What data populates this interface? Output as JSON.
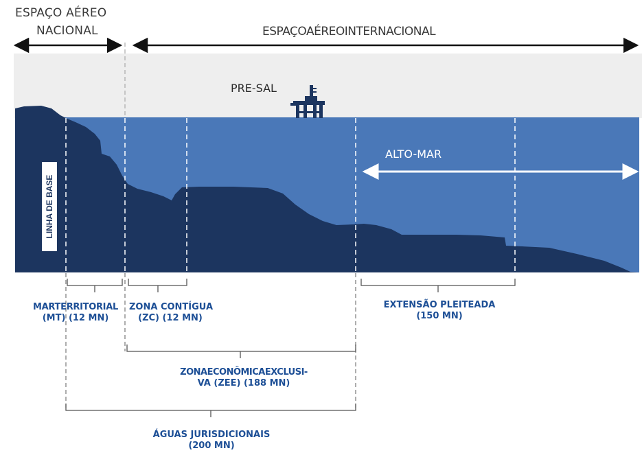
{
  "airspace": {
    "national_line1": "ESPAÇO AÉREO",
    "national_line2": "NACIONAL",
    "international": "ESPAÇOAÉREOINTERNACIONAL"
  },
  "presal_label": "PRE-SAL",
  "baseline_label": "LINHA DE BASE",
  "high_seas_label": "ALTO-MAR",
  "zones": {
    "territorial_line1": "MARTERRITORIAL",
    "territorial_line2": "(MT) (12 MN)",
    "contiguous_line1": "ZONA CONTÍGUA",
    "contiguous_line2": "(ZC) (12 MN)",
    "extension_line1": "EXTENSÃO PLEITEADA",
    "extension_line2": "(150 MN)",
    "eez_line1": "ZONAECONÔMICAEXCLUSI-",
    "eez_line2": "VA (ZEE) (188 MN)",
    "jurisdictional_line1": "ÁGUAS JURISDICIONAIS",
    "jurisdictional_line2": "(200 MN)"
  },
  "colors": {
    "sea": "#4a78b8",
    "seabed": "#1c355f",
    "sky": "#eeeeee",
    "zone_text": "#1d4f96"
  }
}
